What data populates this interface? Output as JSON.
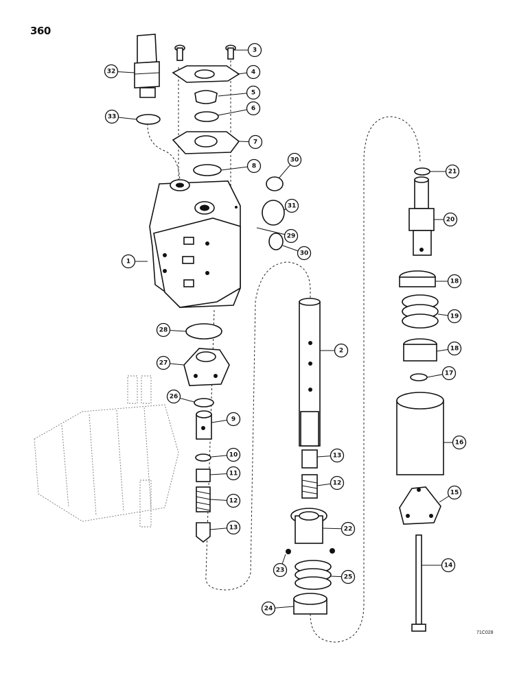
{
  "page_number": "360",
  "drawing_code": "71C028",
  "callouts": [
    "1",
    "2",
    "3",
    "4",
    "5",
    "6",
    "7",
    "8",
    "9",
    "10",
    "11",
    "12",
    "12",
    "13",
    "13",
    "14",
    "15",
    "16",
    "17",
    "18",
    "18",
    "19",
    "20",
    "21",
    "22",
    "23",
    "24",
    "25",
    "26",
    "27",
    "28",
    "29",
    "30",
    "30",
    "31",
    "32",
    "33"
  ]
}
